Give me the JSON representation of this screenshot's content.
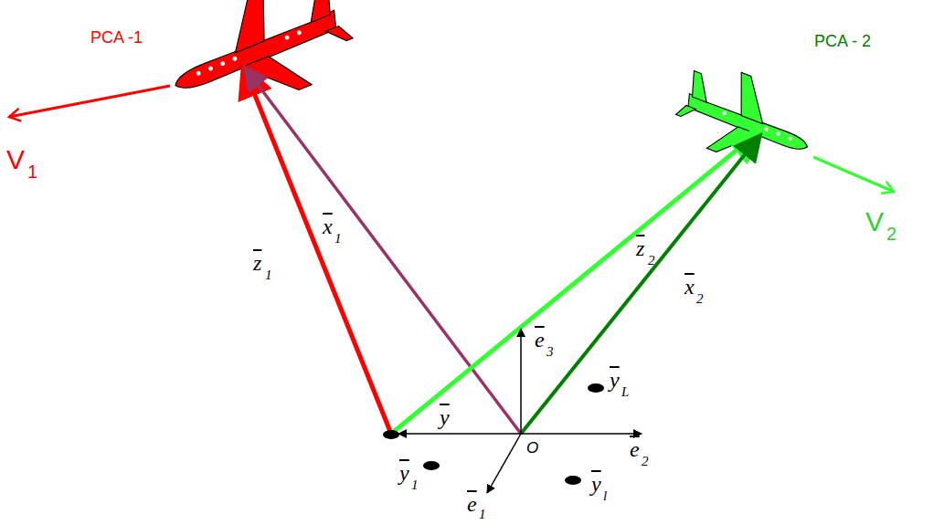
{
  "diagram": {
    "labels": [
      "PCA -1",
      "V",
      "1",
      "z",
      "1",
      "x",
      "1",
      "PCA - 2",
      "V",
      "2",
      "z",
      "2",
      "x",
      "2",
      "e",
      "3",
      "y",
      "L",
      "y",
      "O",
      "e",
      "2",
      "y",
      "1",
      "y",
      "l",
      "e",
      "1"
    ]
  }
}
